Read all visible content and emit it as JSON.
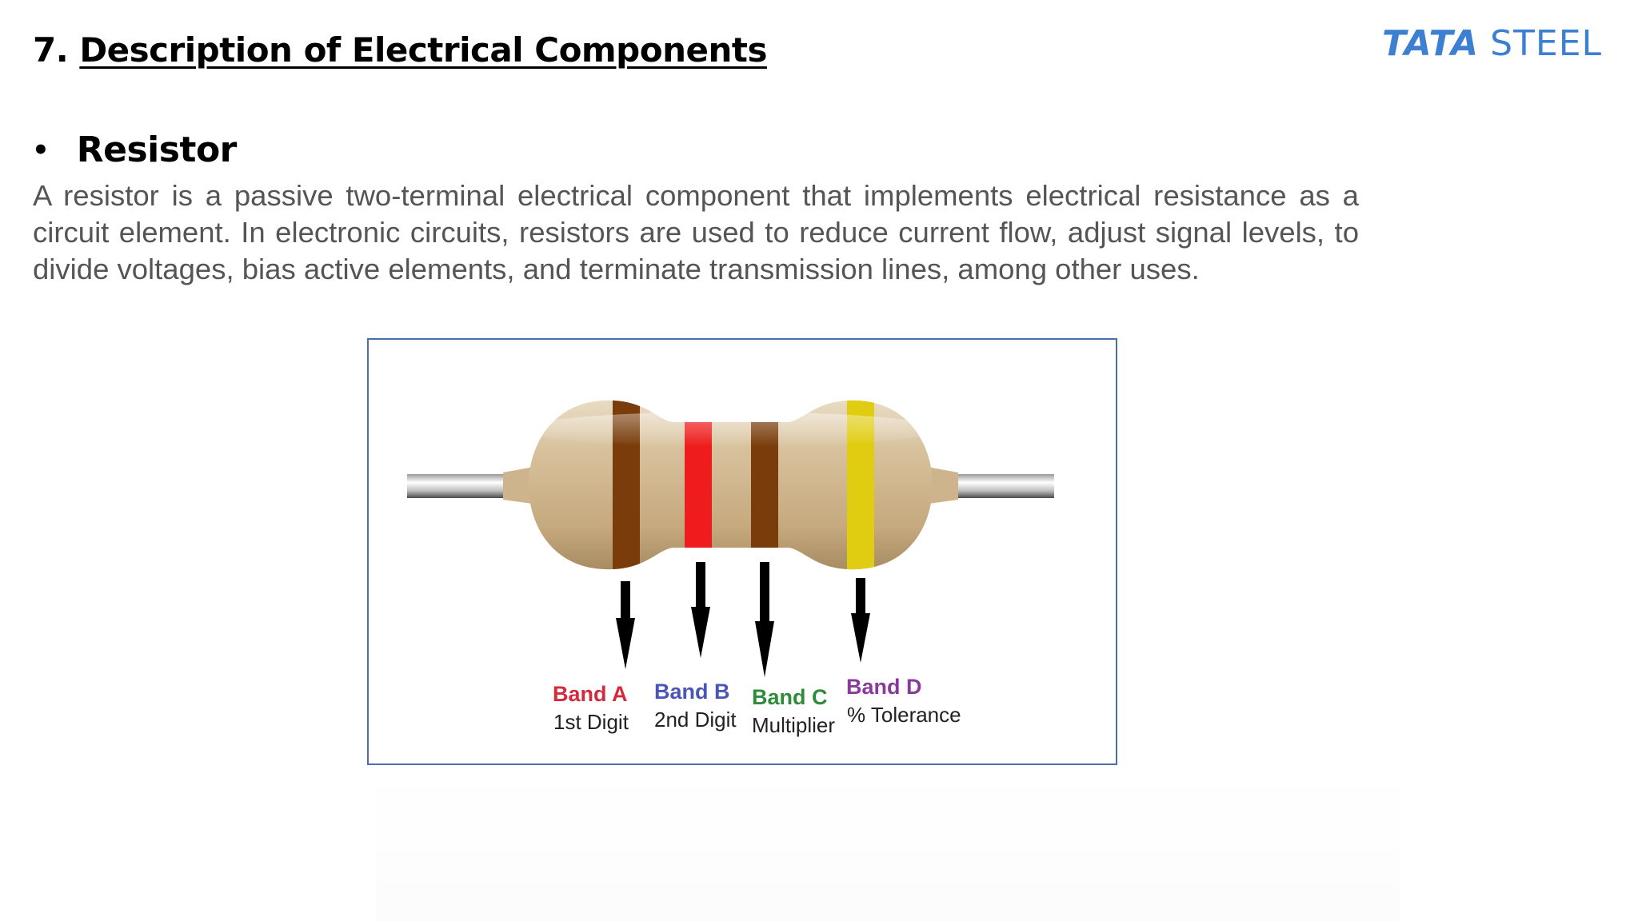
{
  "heading": {
    "number": "7.",
    "title": "Description of Electrical Components"
  },
  "logo": {
    "word_a": "TATA",
    "word_b": "STEEL",
    "color": "#3d7fd0"
  },
  "section": {
    "bullet": "•",
    "title": "Resistor"
  },
  "body": {
    "paragraph": "A resistor is a passive two-terminal electrical component that implements electrical resistance as a circuit element. In electronic circuits, resistors are used to reduce current flow, adjust signal levels, to divide voltages, bias active elements, and terminate transmission lines, among other uses."
  },
  "figure": {
    "bands": [
      {
        "name": "Band A",
        "desc": "1st Digit",
        "band_color": "#7a3c0a",
        "label_color": "#d42a3c"
      },
      {
        "name": "Band B",
        "desc": "2nd Digit",
        "band_color": "#ee1c1c",
        "label_color": "#4a55b8"
      },
      {
        "name": "Band C",
        "desc": "Multiplier",
        "band_color": "#7a3c0a",
        "label_color": "#2e8b3a"
      },
      {
        "name": "Band D",
        "desc": "% Tolerance",
        "band_color": "#e0cc10",
        "label_color": "#8a3a9a"
      }
    ],
    "border_color": "#4a6fa8",
    "body_color": "#cdb48c"
  }
}
